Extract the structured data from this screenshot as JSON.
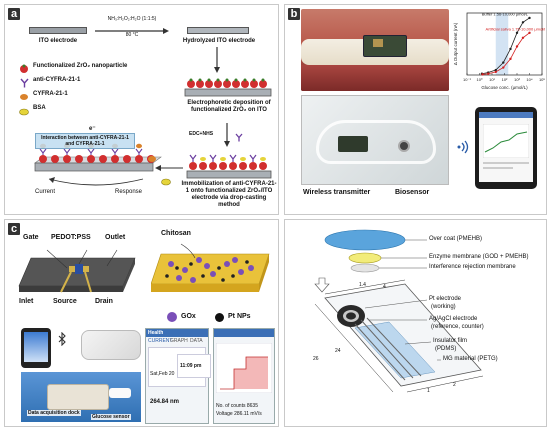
{
  "panels": {
    "a": {
      "label": "a",
      "ito_electrode": "ITO electrode",
      "treatment_reagent": "NH₃:H₂O₂:H₂O (1:1:5)",
      "treatment_temp": "80 °C",
      "hydrolyzed": "Hydrolyzed ITO electrode",
      "legend": [
        "Functionalized ZrO₂ nanoparticle",
        "anti-CYFRA-21-1",
        "CYFRA-21-1",
        "BSA"
      ],
      "step_epd": "Electrophoretic deposition of functionalized ZrO₂ on ITO",
      "reagent_edc": "EDC+NHS",
      "step_immob": "Immobilization of anti-CYFRA-21-1 onto functionalized ZrO₂/ITO electrode via drop-casting method",
      "electrode_symbol": "e⁻",
      "interaction": "Interaction between anti-CYFRA-21-1 and CYFRA-21-1",
      "current": "Current",
      "response": "Response"
    },
    "b": {
      "label": "b",
      "wireless": "Wireless transmitter",
      "biosensor": "Biosensor"
    },
    "c": {
      "label": "c",
      "gate": "Gate",
      "pedot": "PEDOT:PSS",
      "outlet": "Outlet",
      "inlet": "Inlet",
      "source": "Source",
      "drain": "Drain",
      "chitosan": "Chitosan",
      "gox": "GOx",
      "pt": "Pt NPs",
      "dock": "Data acquisition dock",
      "glucose_sensor": "Glucose sensor",
      "app_title": "Health",
      "tabs": [
        "CURRENT",
        "GRAPH",
        "DATA"
      ],
      "app_date": "Sat,Feb 20",
      "app_time": "11:09 pm",
      "app_value": "264.84 nm",
      "app_counts": "No. of counts 8635",
      "app_voltage": "Voltage 286.11 mV/s"
    },
    "d": {
      "overcoat": "Over coat (PMEHB)",
      "enzyme": "Enzyme membrane (GOD + PMEHB)",
      "interference": "Interference rejection membrane",
      "pt_electrode": "Pt electrode",
      "working": "(working)",
      "agagcl": "Ag/AgCl electrode",
      "refcounter": "(reference, counter)",
      "insulator": "Insulator film",
      "pdms": "(PDMS)",
      "mg": "MG material (PETG)",
      "dims": [
        "1.4",
        "4",
        "24",
        "26",
        "1",
        "2"
      ]
    }
  },
  "chart_data": {
    "type": "line",
    "xlabel": "Glucose conc. (μmol/L)",
    "ylabel": "Δ Output current (nA)",
    "x_scale": "log",
    "xlim": [
      0.1,
      100000
    ],
    "ylim": [
      0,
      1
    ],
    "x_ticks": [
      "10⁻¹",
      "10⁰",
      "10¹",
      "10²",
      "10³",
      "10⁴",
      "10⁵"
    ],
    "series": [
      {
        "name": "Buffer",
        "label": "Buffer 1.56-10,000 μmol/L",
        "color": "#222222",
        "x": [
          1.56,
          5,
          20,
          80,
          300,
          1000,
          3000,
          10000
        ],
        "y": [
          0.02,
          0.04,
          0.08,
          0.2,
          0.42,
          0.68,
          0.85,
          0.92
        ]
      },
      {
        "name": "Artificial saliva",
        "label": "Artificial saliva 1.75-10,000 μmol/L",
        "color": "#d32020",
        "x": [
          1.75,
          5,
          20,
          80,
          300,
          1000,
          3000,
          10000
        ],
        "y": [
          0.01,
          0.02,
          0.05,
          0.12,
          0.26,
          0.46,
          0.6,
          0.68
        ]
      }
    ]
  }
}
